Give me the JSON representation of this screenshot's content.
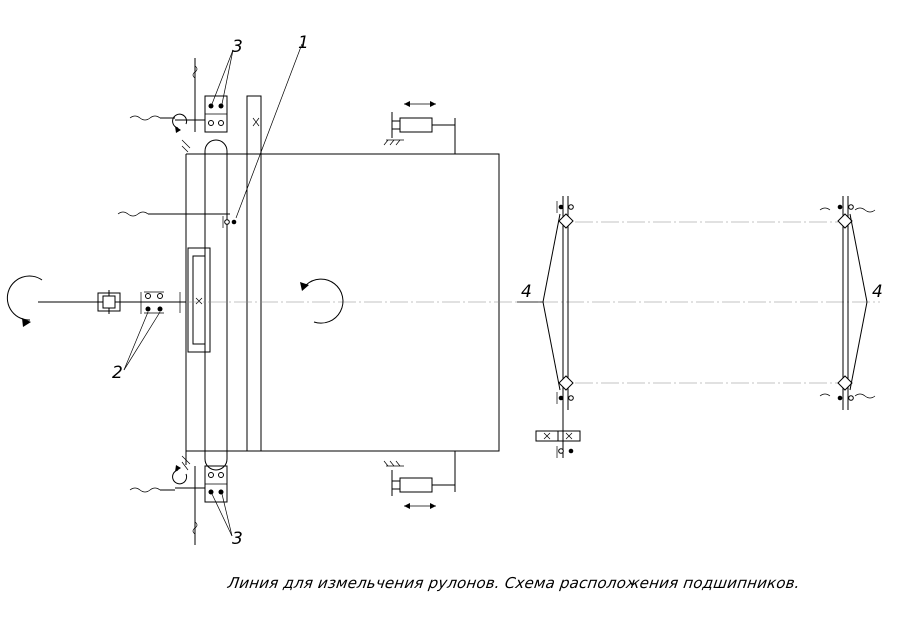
{
  "caption": "Линия для измельчения рулонов. Схема расположения подшипников.",
  "labels": {
    "label_1": "1",
    "label_2": "2",
    "label_3_top": "3",
    "label_3_bottom": "3",
    "label_4_left": "4",
    "label_4_right": "4"
  }
}
